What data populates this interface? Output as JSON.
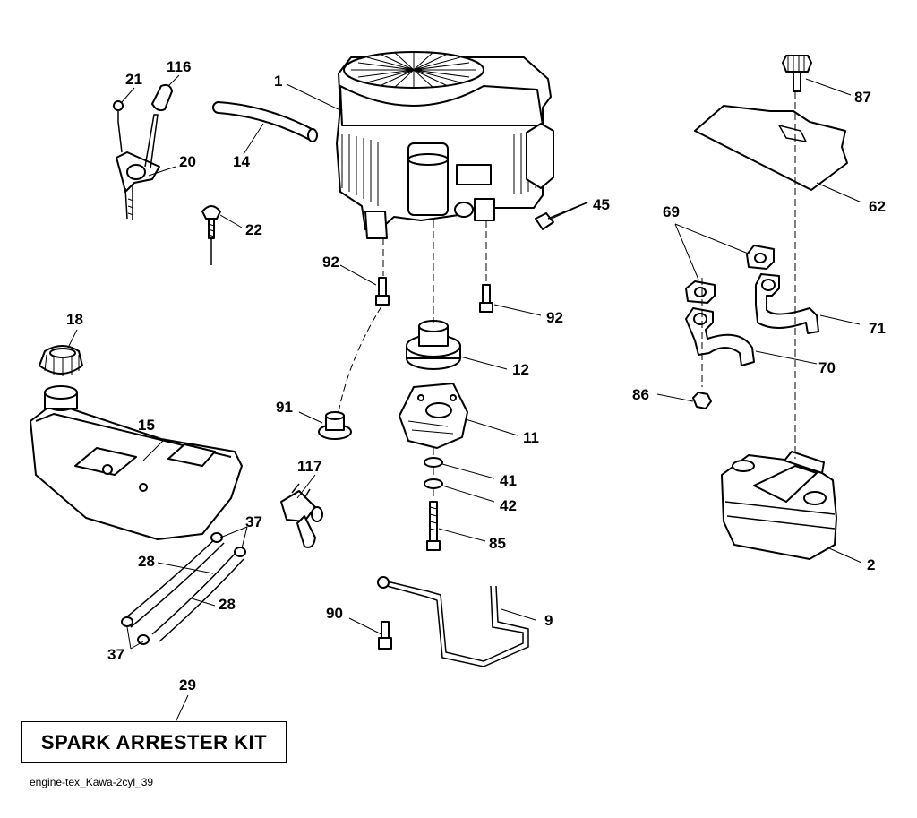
{
  "callouts": {
    "c1": "1",
    "c2": "2",
    "c9": "9",
    "c11": "11",
    "c12": "12",
    "c14": "14",
    "c15": "15",
    "c18": "18",
    "c20": "20",
    "c21": "21",
    "c22": "22",
    "c28a": "28",
    "c28b": "28",
    "c29": "29",
    "c37a": "37",
    "c37b": "37",
    "c41": "41",
    "c42": "42",
    "c45": "45",
    "c62": "62",
    "c69": "69",
    "c70": "70",
    "c71": "71",
    "c85": "85",
    "c86": "86",
    "c87": "87",
    "c90": "90",
    "c91": "91",
    "c92a": "92",
    "c92b": "92",
    "c116": "116",
    "c117": "117"
  },
  "kit_label": "SPARK ARRESTER KIT",
  "caption": "engine-tex_Kawa-2cyl_39"
}
